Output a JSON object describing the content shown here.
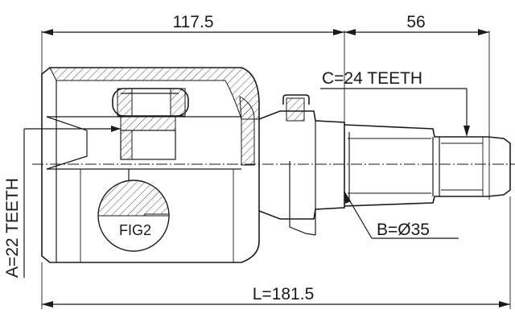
{
  "dimensions": {
    "housing_length": "117.5",
    "spline_length": "56",
    "total_length": "L=181.5"
  },
  "callouts": {
    "inner_spline": "A=22 TEETH",
    "outer_diameter": "B=Ø35",
    "outer_spline": "C=24 TEETH",
    "section_figure": "FIG2"
  }
}
